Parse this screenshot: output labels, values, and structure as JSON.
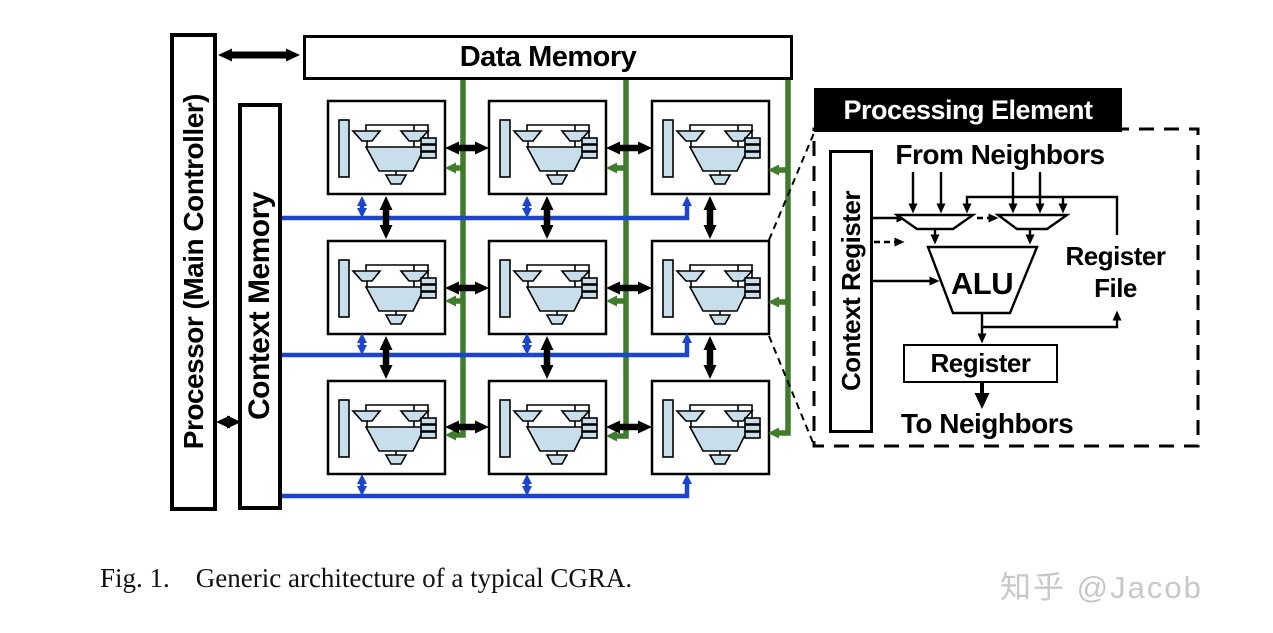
{
  "colors": {
    "bus_green": "#3f7c2b",
    "bus_blue": "#1c45cb",
    "pe_fill_light_blue": "#c8dfeb",
    "line_black": "#000000",
    "header_bg": "#000000",
    "header_text": "#ffffff",
    "watermark_gray": "#c8c8c8"
  },
  "left_panel": {
    "processor": "Processor (Main Controller)",
    "context_memory": "Context Memory"
  },
  "memory": {
    "data_memory": "Data Memory"
  },
  "grid": {
    "rows": 3,
    "cols": 3,
    "pe_count": 9
  },
  "detail": {
    "title": "Processing Element",
    "context_register": "Context Register",
    "from_neighbors": "From Neighbors",
    "alu": "ALU",
    "register_file": "Register File",
    "register": "Register",
    "to_neighbors": "To Neighbors"
  },
  "caption": {
    "figure": "Fig. 1.",
    "text": "Generic architecture of a typical CGRA."
  },
  "watermark": "知乎 @Jacob"
}
